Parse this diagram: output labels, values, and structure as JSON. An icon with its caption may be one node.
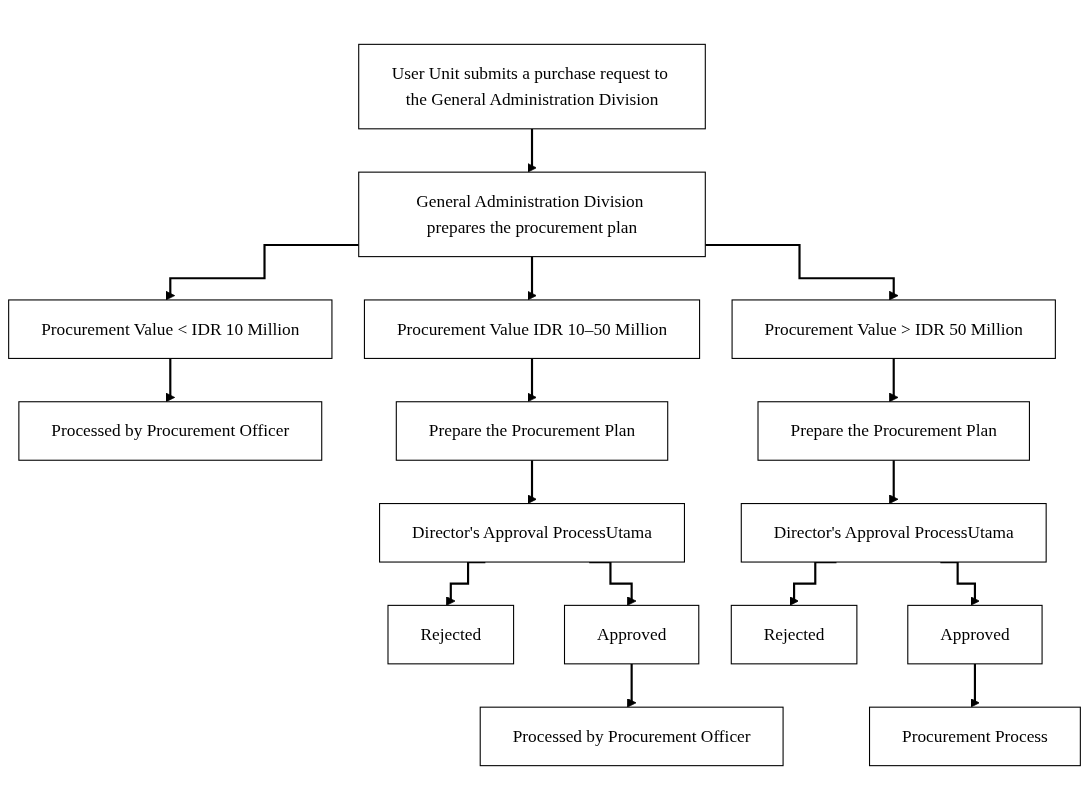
{
  "diagram": {
    "nodes": [
      {
        "text": [
          "User Unit submits a purchase request to the General Administration Division"
        ]
      },
      {
        "text": [
          "General Administration Division prepares the procurement plan"
        ]
      },
      {
        "text": [
          "Procurement Value < IDR 10 Million"
        ]
      },
      {
        "text": [
          "Procurement Value IDR 10–50 Million"
        ]
      },
      {
        "text": [
          "Procurement Value > IDR 50 Million"
        ]
      },
      {
        "text": [
          "Processed by Procurement Officer"
        ]
      },
      {
        "text": [
          "Prepare the Procurement Plan"
        ]
      },
      {
        "text": [
          "Prepare the Procurement Plan"
        ]
      },
      {
        "text": [
          "Director's Approval ProcessUtama"
        ]
      },
      {
        "text": [
          "Director's Approval ProcessUtama"
        ]
      },
      {
        "text": [
          "Rejected"
        ]
      },
      {
        "text": [
          "Approved"
        ]
      },
      {
        "text": [
          "Rejected"
        ]
      },
      {
        "text": [
          "Approved"
        ]
      },
      {
        "text": [
          "Processed by Procurement Officer"
        ]
      },
      {
        "text": [
          "Procurement Process"
        ]
      }
    ],
    "edges": [
      {
        "from": 0,
        "to": 1,
        "arrow": "to"
      },
      {
        "from": 1,
        "to": 2,
        "arrow": "to"
      },
      {
        "from": 1,
        "to": 3,
        "arrow": "to"
      },
      {
        "from": 1,
        "to": 4,
        "arrow": "to"
      },
      {
        "from": 2,
        "to": 5,
        "arrow": "to"
      },
      {
        "from": 3,
        "to": 6,
        "arrow": "to"
      },
      {
        "from": 4,
        "to": 7,
        "arrow": "to"
      },
      {
        "from": 6,
        "to": 8,
        "arrow": "to"
      },
      {
        "from": 7,
        "to": 9,
        "arrow": "to"
      },
      {
        "from": 8,
        "to": 10,
        "arrow": "to"
      },
      {
        "from": 8,
        "to": 11,
        "arrow": "to"
      },
      {
        "from": 9,
        "to": 12,
        "arrow": "to"
      },
      {
        "from": 9,
        "to": 13,
        "arrow": "to"
      },
      {
        "from": 11,
        "to": 14,
        "arrow": "to"
      },
      {
        "from": 13,
        "to": 15,
        "arrow": "to"
      }
    ]
  }
}
